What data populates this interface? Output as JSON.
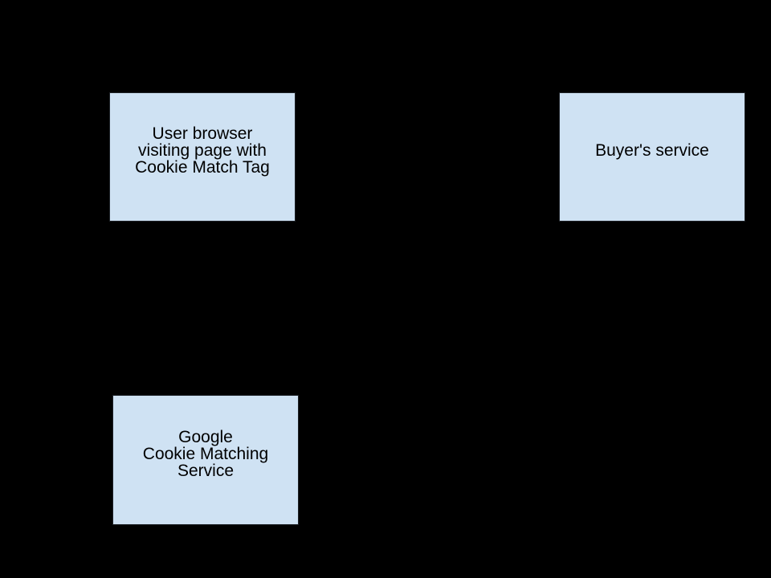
{
  "diagram": {
    "type": "flow-diagram",
    "background_color": "#000000",
    "node_fill_color": "#cfe2f3",
    "node_border_color": "#1e2227",
    "node_text_color": "#000000",
    "boxes": [
      {
        "id": "user-browser",
        "lines": [
          "User browser",
          "visiting page with",
          "Cookie Match Tag"
        ]
      },
      {
        "id": "buyers-service",
        "lines": [
          "Buyer's service"
        ]
      },
      {
        "id": "google-cookie-matching-service",
        "lines": [
          "Google",
          "Cookie Matching",
          "Service"
        ]
      }
    ]
  }
}
